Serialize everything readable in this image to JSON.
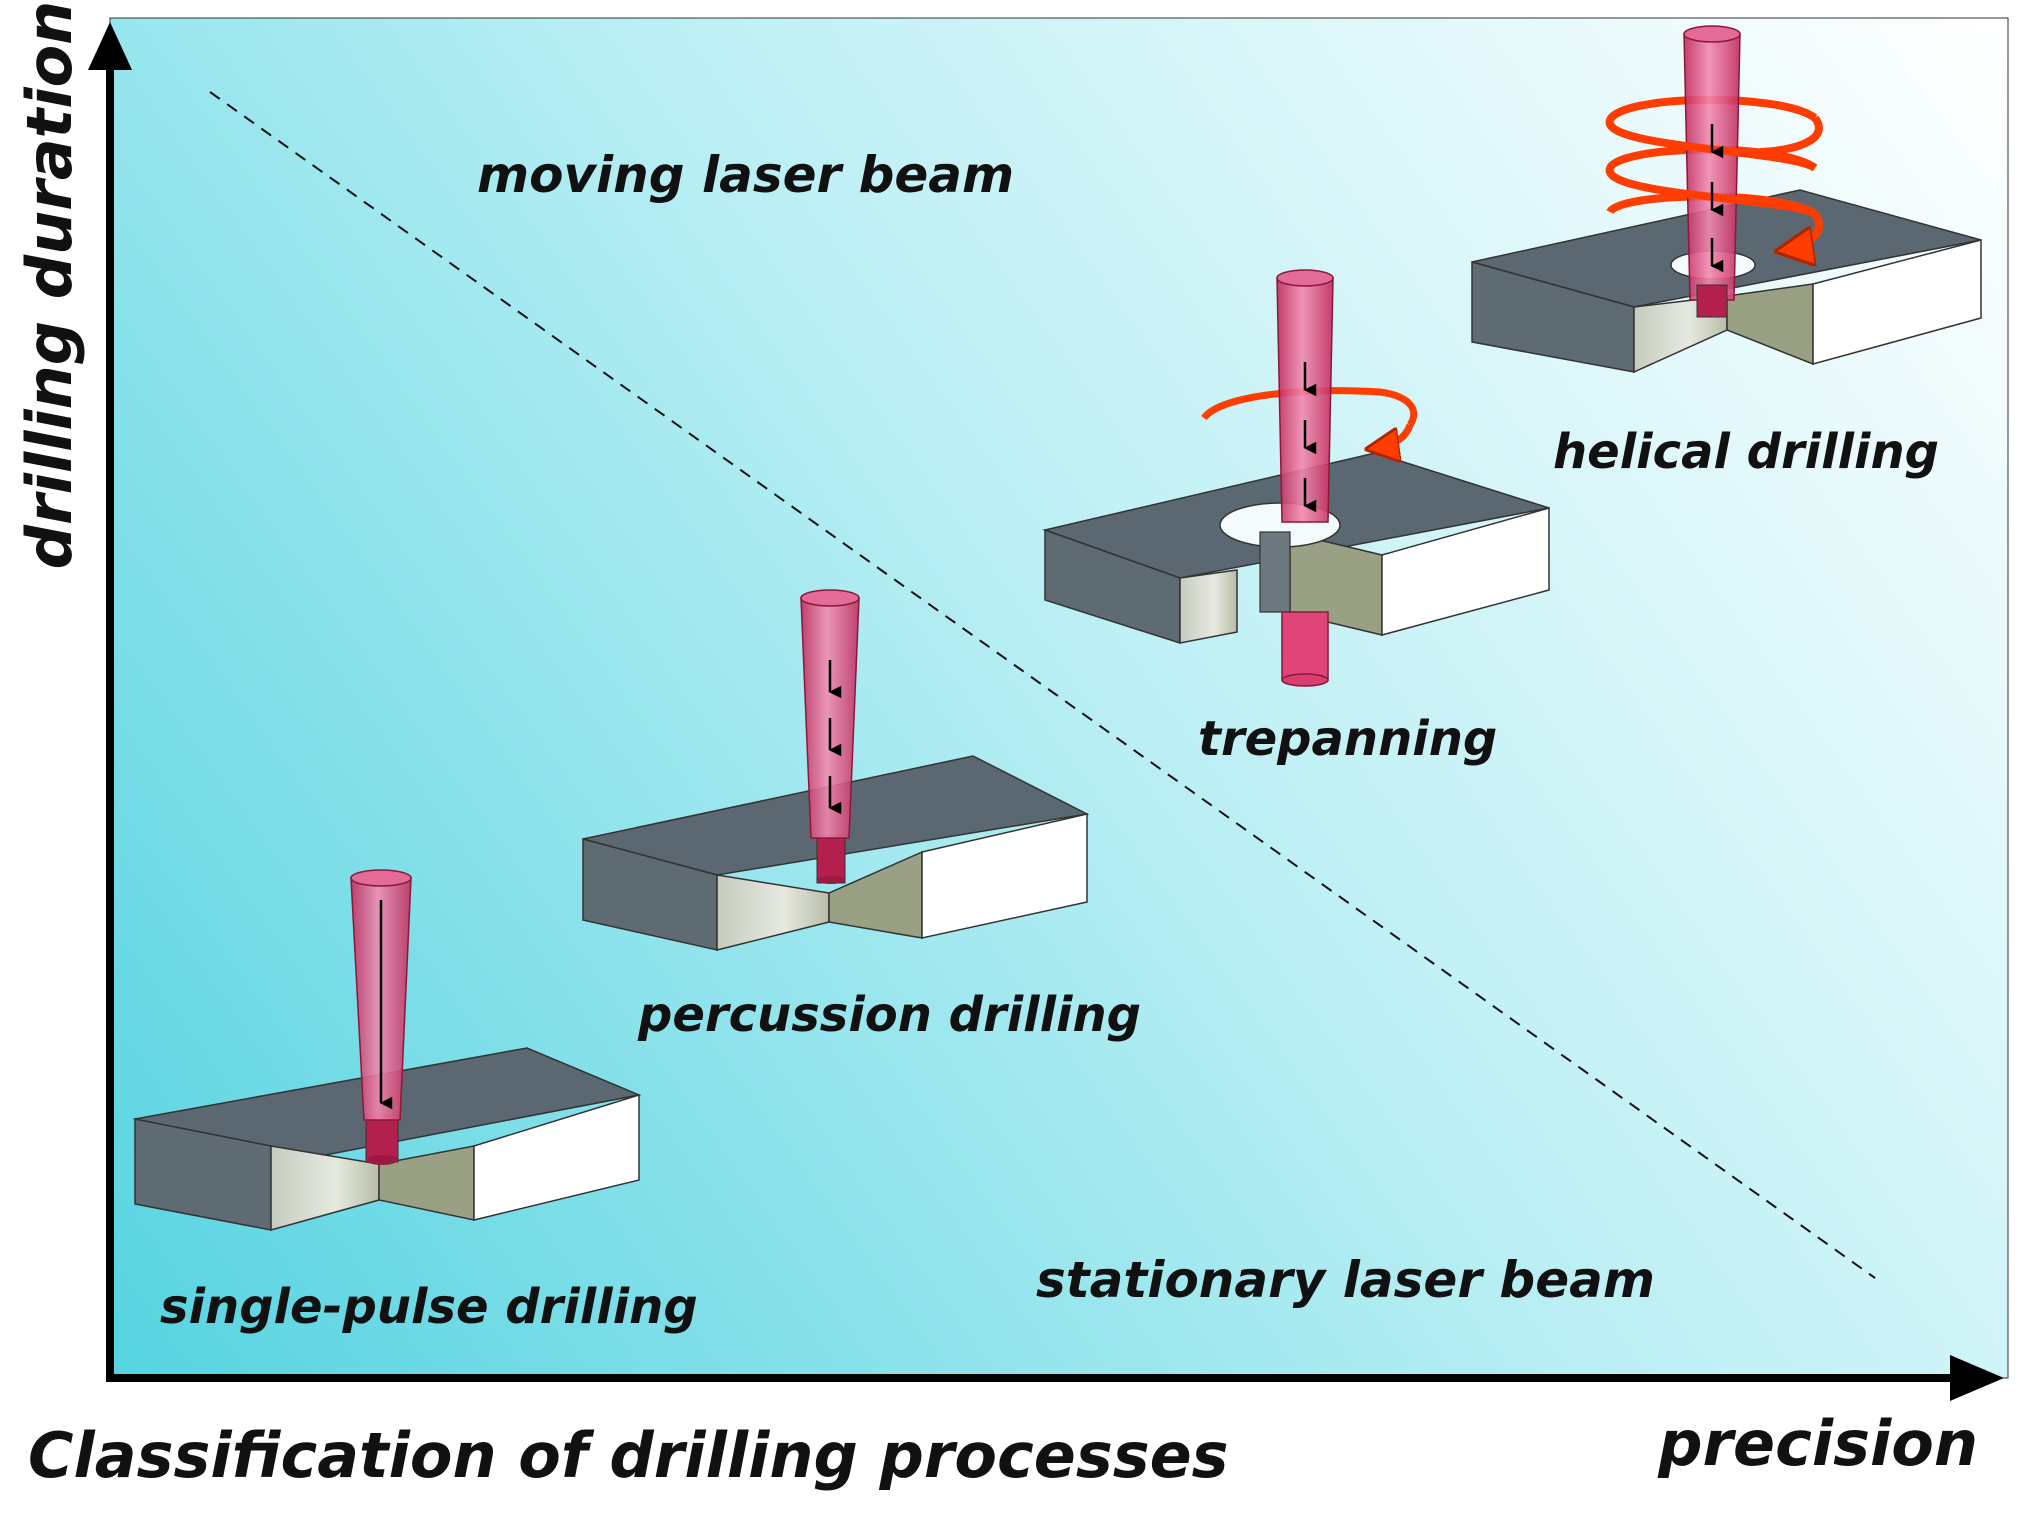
{
  "axes": {
    "y_label": "drilling duration",
    "x_label": "precision"
  },
  "title": "Classification of drilling processes",
  "regions": {
    "upper": "moving laser beam",
    "lower": "stationary laser beam"
  },
  "processes": [
    {
      "id": "single-pulse",
      "label": "single-pulse drilling"
    },
    {
      "id": "percussion",
      "label": "percussion drilling"
    },
    {
      "id": "trepanning",
      "label": "trepanning"
    },
    {
      "id": "helical",
      "label": "helical drilling"
    }
  ],
  "colors": {
    "background_light": "#ffffff",
    "background_dark": "#55d3e0",
    "block_top": "#5a6670",
    "block_front": "#d2d7cc",
    "block_side": "#ffffff",
    "cut_face": "#9aa084",
    "beam": "#e0457a",
    "rotation_arrow": "#ff3d00",
    "axis": "#000000"
  }
}
